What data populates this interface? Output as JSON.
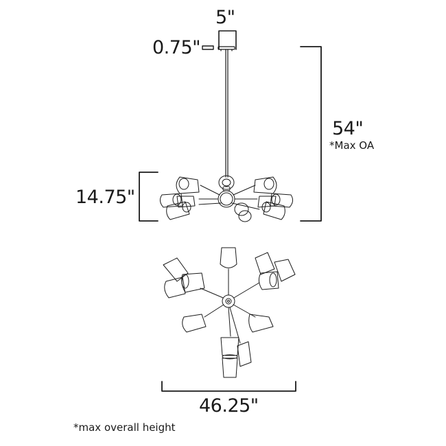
{
  "diagram": {
    "subject": "Sputnik-style chandelier dimension drawing",
    "views": [
      "side-elevation",
      "top-plan"
    ],
    "dimensions": {
      "canopy_width": "5\"",
      "canopy_height": "0.75\"",
      "max_overall_height": "54\"",
      "max_oa_note": "*Max OA",
      "fixture_height": "14.75\"",
      "fixture_width": "46.25\""
    },
    "footnote": "*max overall height",
    "colors": {
      "line": "#1a1a1a",
      "background": "#ffffff"
    }
  }
}
